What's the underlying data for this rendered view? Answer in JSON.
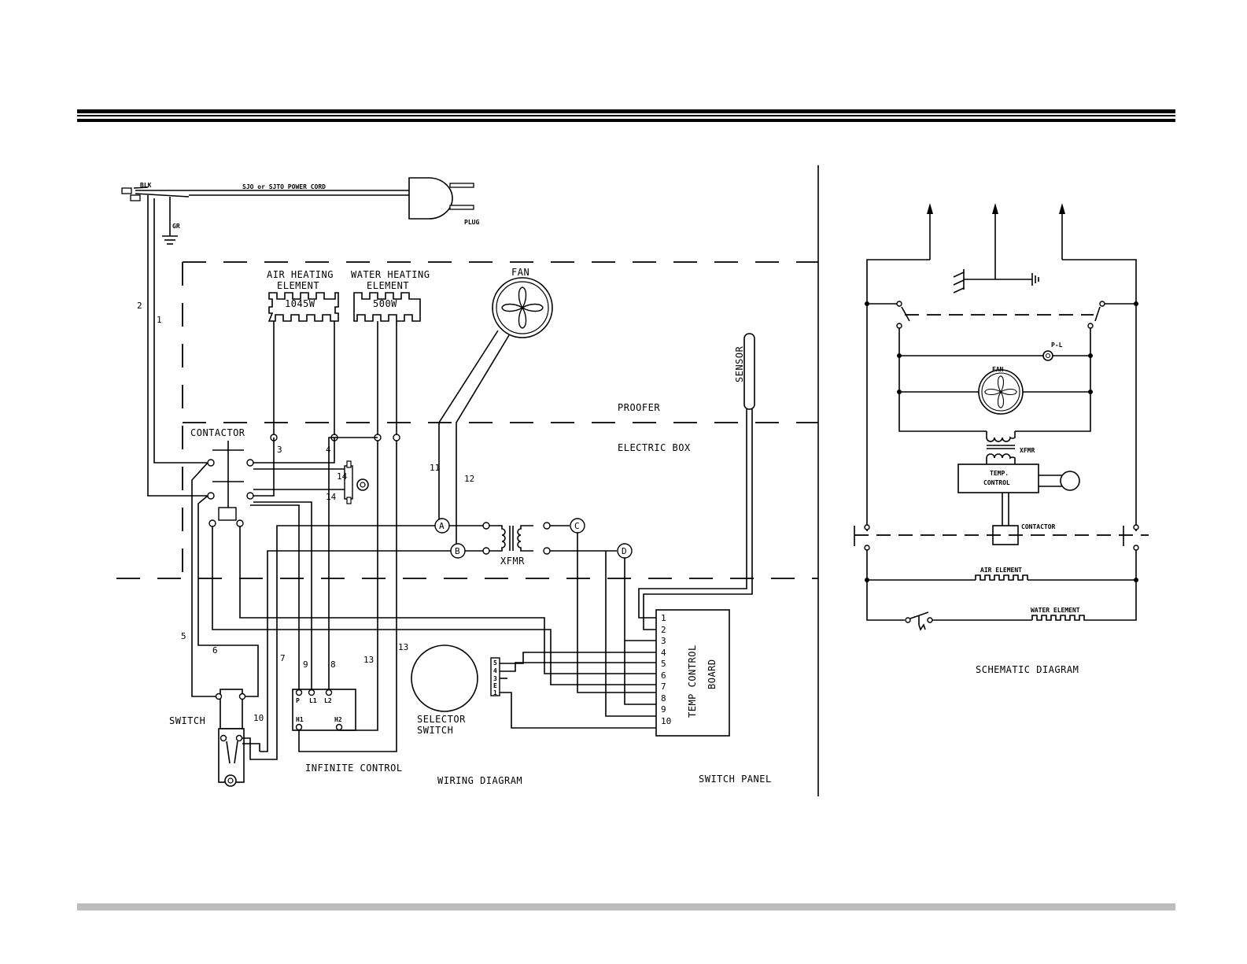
{
  "wiring": {
    "cord_wire_color": "BLK",
    "ground_label": "GR",
    "power_cord": "SJO or SJTO   POWER CORD",
    "plug": "PLUG",
    "air_element": {
      "line1": "AIR HEATING",
      "line2": "ELEMENT",
      "watts": "1045W"
    },
    "water_element": {
      "line1": "WATER HEATING",
      "line2": "ELEMENT",
      "watts": "500W"
    },
    "fan": "FAN",
    "sensor": "SENSOR",
    "proofer": "PROOFER",
    "electric_box": "ELECTRIC BOX",
    "contactor": "CONTACTOR",
    "xfmr": "XFMR",
    "switch": "SWITCH",
    "infinite_control": "INFINITE CONTROL",
    "infinite_terminals": {
      "p": "P",
      "l1": "L1",
      "l2": "L2",
      "h1": "H1",
      "h2": "H2"
    },
    "selector": {
      "line1": "SELECTOR",
      "line2": "SWITCH",
      "pins": [
        "5",
        "4",
        "3",
        "E",
        "1"
      ]
    },
    "temp_board": {
      "line1": "TEMP CONTROL",
      "line2": "BOARD",
      "terminals": [
        "1",
        "2",
        "3",
        "4",
        "5",
        "6",
        "7",
        "8",
        "9",
        "10"
      ]
    },
    "junctions": {
      "a": "A",
      "b": "B",
      "c": "C",
      "d": "D"
    },
    "wire_numbers": {
      "w1": "1",
      "w2": "2",
      "w3": "3",
      "w4": "4",
      "w5": "5",
      "w6": "6",
      "w7": "7",
      "w8": "8",
      "w9": "9",
      "w10": "10",
      "w11": "11",
      "w12": "12",
      "w13a": "13",
      "w13b": "13",
      "w14a": "14",
      "w14b": "14"
    },
    "caption": "WIRING DIAGRAM",
    "switch_panel": "SWITCH PANEL"
  },
  "schematic": {
    "pilot_light": "P-L",
    "fan": "FAN",
    "xfmr": "XFMR",
    "temp_control": {
      "line1": "TEMP.",
      "line2": "CONTROL"
    },
    "contactor": "CONTACTOR",
    "air_element": "AIR ELEMENT",
    "water_element": "WATER ELEMENT",
    "caption": "SCHEMATIC DIAGRAM"
  },
  "colors": {
    "line": "#000000",
    "footer_bar": "#bdbdbd"
  }
}
